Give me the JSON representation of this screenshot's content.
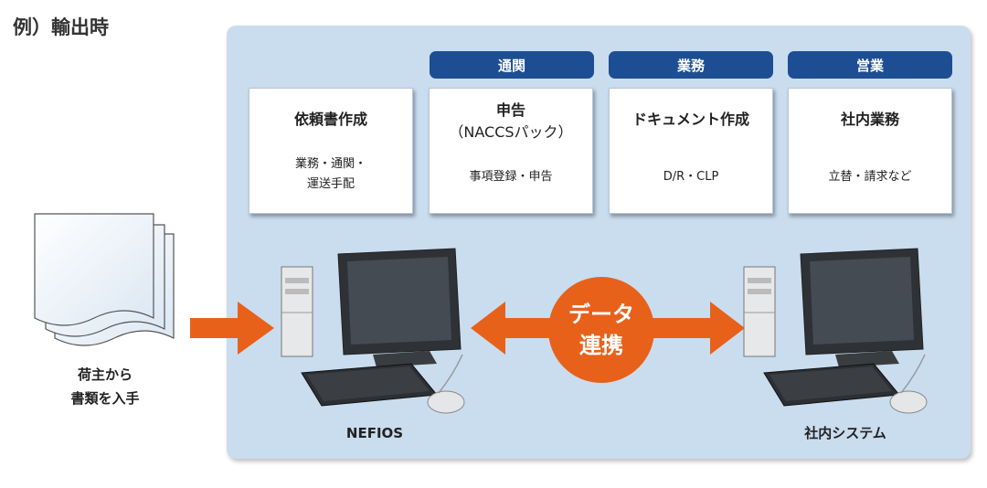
{
  "caption": "例）輸出時",
  "categories": [
    "通関",
    "業務",
    "営業"
  ],
  "boxes": [
    {
      "title_line1": "依頼書作成",
      "title_line2": "",
      "desc_line1": "業務・通関・",
      "desc_line2": "運送手配"
    },
    {
      "title_line1": "申告",
      "title_line2": "（NACCSパック）",
      "desc_line1": "事項登録・申告",
      "desc_line2": ""
    },
    {
      "title_line1": "ドキュメント作成",
      "title_line2": "",
      "desc_line1": "D/R・CLP",
      "desc_line2": ""
    },
    {
      "title_line1": "社内業務",
      "title_line2": "",
      "desc_line1": "立替・請求など",
      "desc_line2": ""
    }
  ],
  "documents_label": {
    "line1": "荷主から",
    "line2": "書類を入手"
  },
  "center": {
    "line1": "データ",
    "line2": "連携"
  },
  "computer_left_label": "NEFIOS",
  "computer_right_label": "社内システム",
  "colors": {
    "panel": "#c9ddef",
    "header": "#1d4e93",
    "arrow": "#e8611a"
  }
}
